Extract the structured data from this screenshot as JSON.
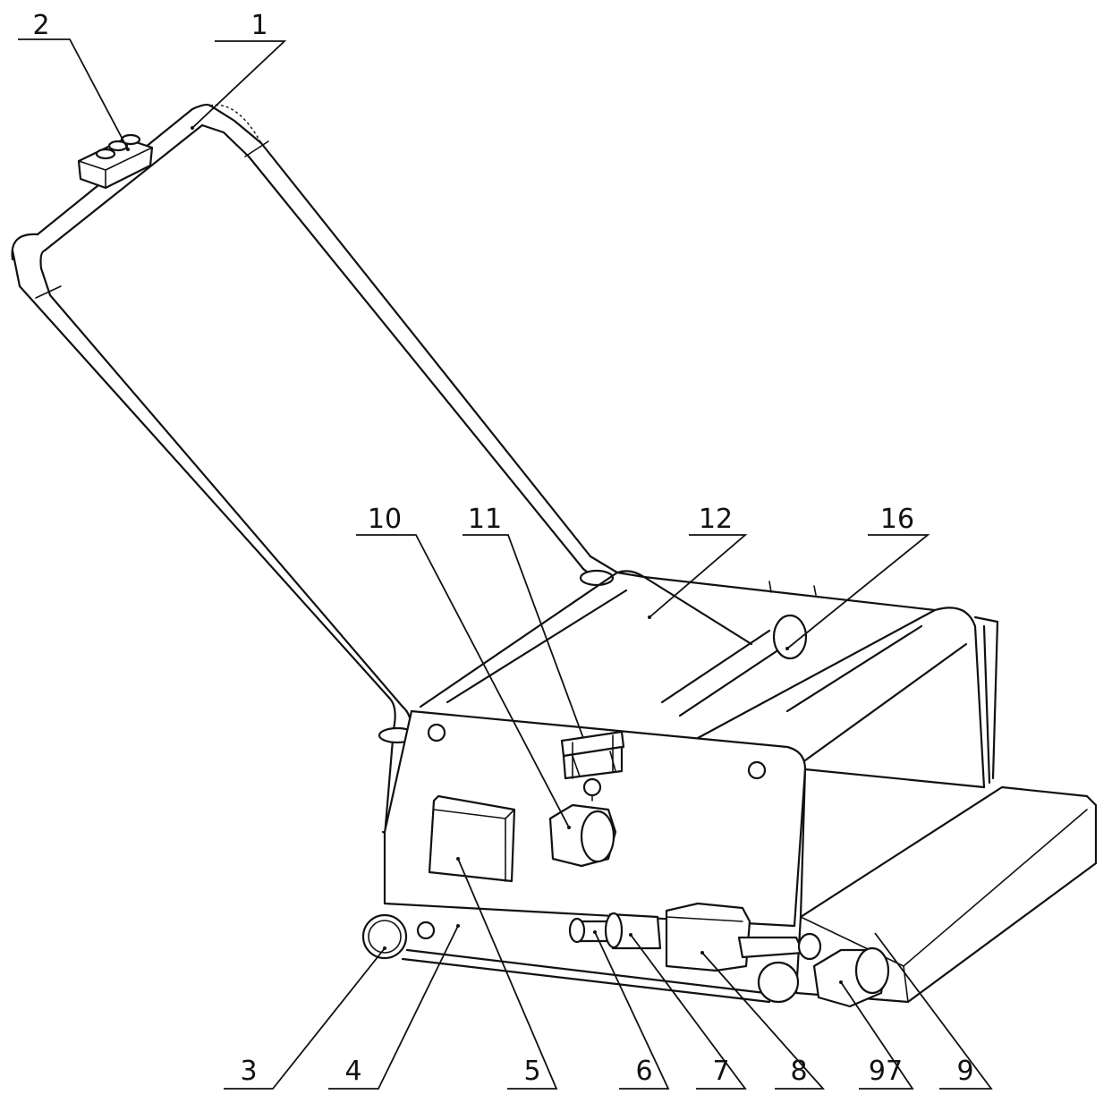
{
  "labels": [
    {
      "id": "1",
      "text": "1"
    },
    {
      "id": "2",
      "text": "2"
    },
    {
      "id": "3",
      "text": "3"
    },
    {
      "id": "4",
      "text": "4"
    },
    {
      "id": "5",
      "text": "5"
    },
    {
      "id": "6",
      "text": "6"
    },
    {
      "id": "7",
      "text": "7"
    },
    {
      "id": "8",
      "text": "8"
    },
    {
      "id": "97",
      "text": "97"
    },
    {
      "id": "9",
      "text": "9"
    },
    {
      "id": "10",
      "text": "10"
    },
    {
      "id": "11",
      "text": "11"
    },
    {
      "id": "12",
      "text": "12"
    },
    {
      "id": "16",
      "text": "16"
    }
  ]
}
